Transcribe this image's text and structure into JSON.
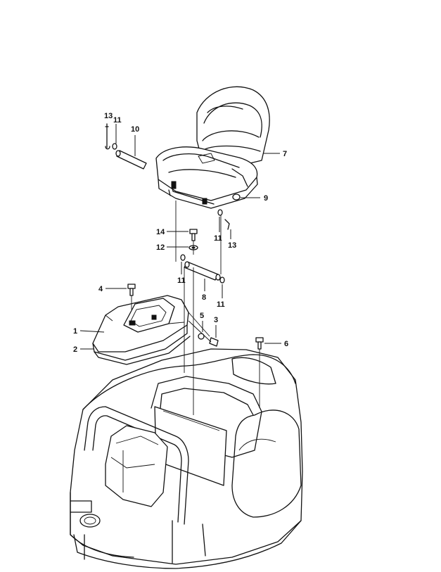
{
  "callouts": {
    "c1": "1",
    "c2": "2",
    "c3": "3",
    "c4": "4",
    "c5": "5",
    "c6": "6",
    "c7": "7",
    "c8": "8",
    "c9": "9",
    "c10": "10",
    "c11a": "11",
    "c11b": "11",
    "c11c": "11",
    "c11d": "11",
    "c12": "12",
    "c13a": "13",
    "c13b": "13",
    "c14": "14"
  }
}
